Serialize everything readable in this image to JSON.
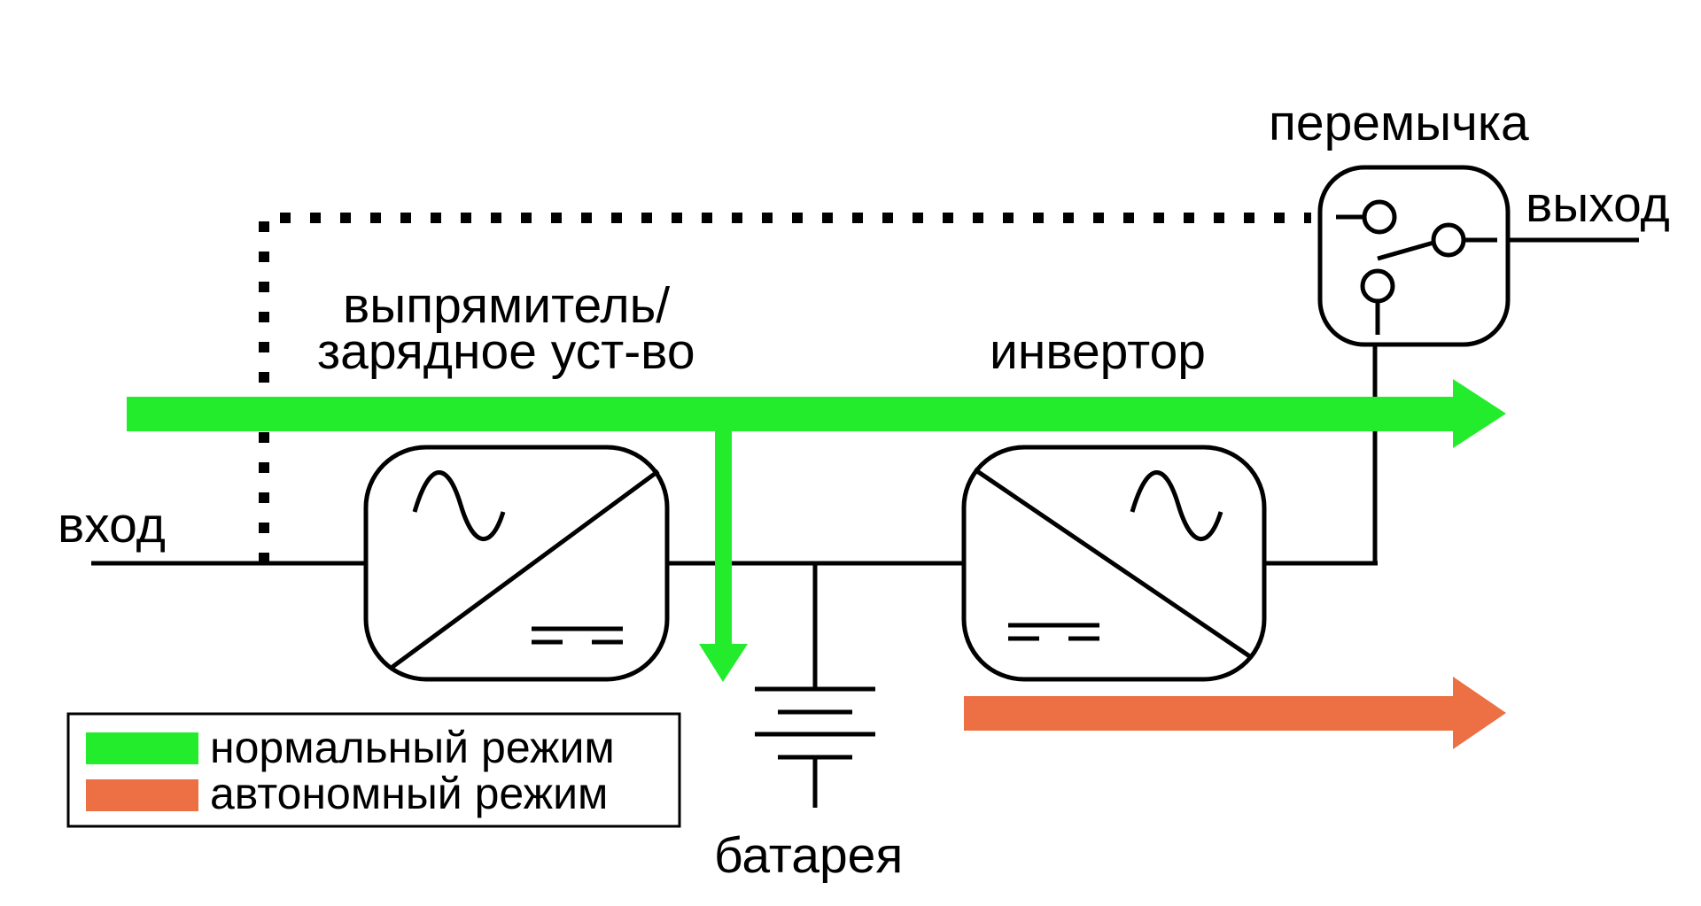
{
  "labels": {
    "input": "вход",
    "output": "выход",
    "bypass": "перемычка",
    "rectifier_line1": "выпрямитель/",
    "rectifier_line2": "зарядное уст-во",
    "inverter": "инвертор",
    "battery": "батарея"
  },
  "legend": {
    "normal": "нормальный режим",
    "battery_mode": "автономный режим"
  },
  "colors": {
    "normal": "#22ec2c",
    "battery_mode": "#ec7043",
    "line": "#000000"
  }
}
